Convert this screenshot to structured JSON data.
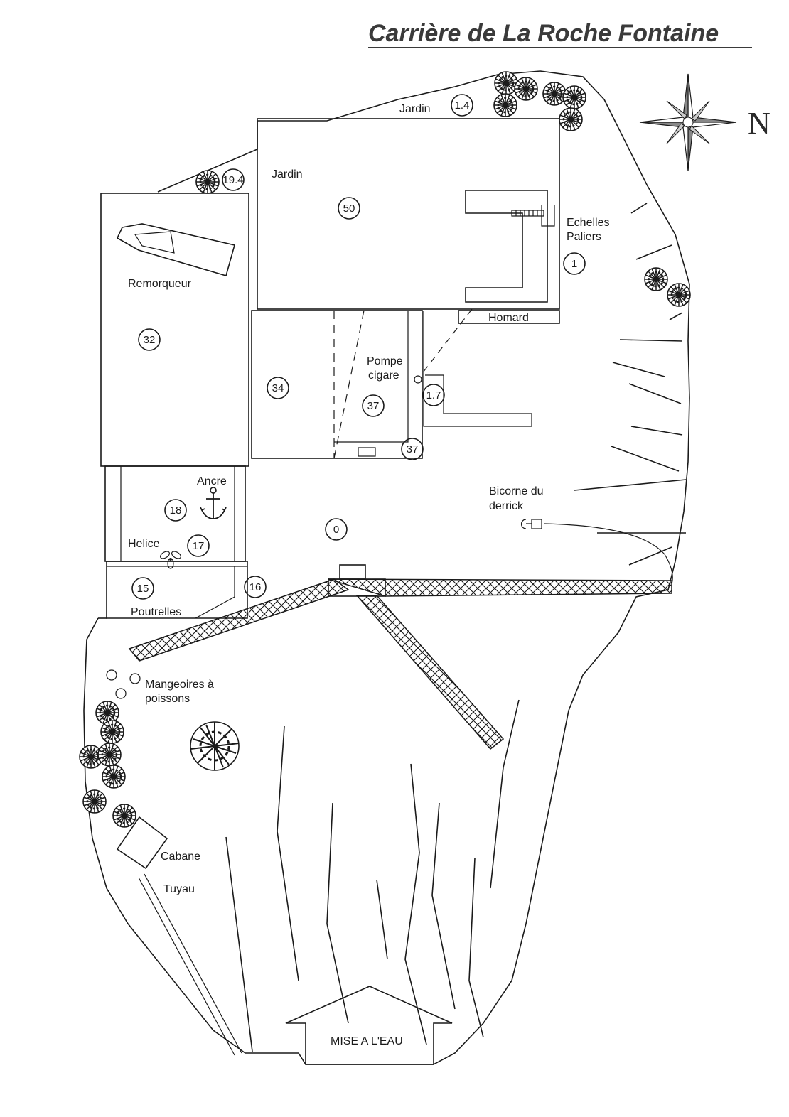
{
  "title": "Carrière de La Roche Fontaine",
  "compass": {
    "north_label": "N",
    "icon": "compass-rose-icon"
  },
  "labels": {
    "jardin_top": "Jardin",
    "jardin_main": "Jardin",
    "echelles": "Echelles",
    "paliers": "Paliers",
    "remorqueur": "Remorqueur",
    "homard": "Homard",
    "pompe": "Pompe",
    "cigare": "cigare",
    "ancre": "Ancre",
    "helice": "Helice",
    "poutrelles": "Poutrelles",
    "bicorne1": "Bicorne du",
    "bicorne2": "derrick",
    "mangeoires1": "Mangeoires à",
    "mangeoires2": "poissons",
    "cabane": "Cabane",
    "tuyau": "Tuyau",
    "mise_a_leau": "MISE A L'EAU"
  },
  "depths": {
    "d_1_4": "1.4",
    "d_19_4": "19.4",
    "d_50": "50",
    "d_1": "1",
    "d_32": "32",
    "d_34": "34",
    "d_37a": "37",
    "d_1_7": "1.7",
    "d_37b": "37",
    "d_0": "0",
    "d_18": "18",
    "d_17": "17",
    "d_15": "15",
    "d_16": "16"
  },
  "icons": [
    "compass-rose-icon",
    "tree-icon",
    "anchor-icon",
    "propeller-icon",
    "boat-icon",
    "fish-feeder-icon"
  ]
}
